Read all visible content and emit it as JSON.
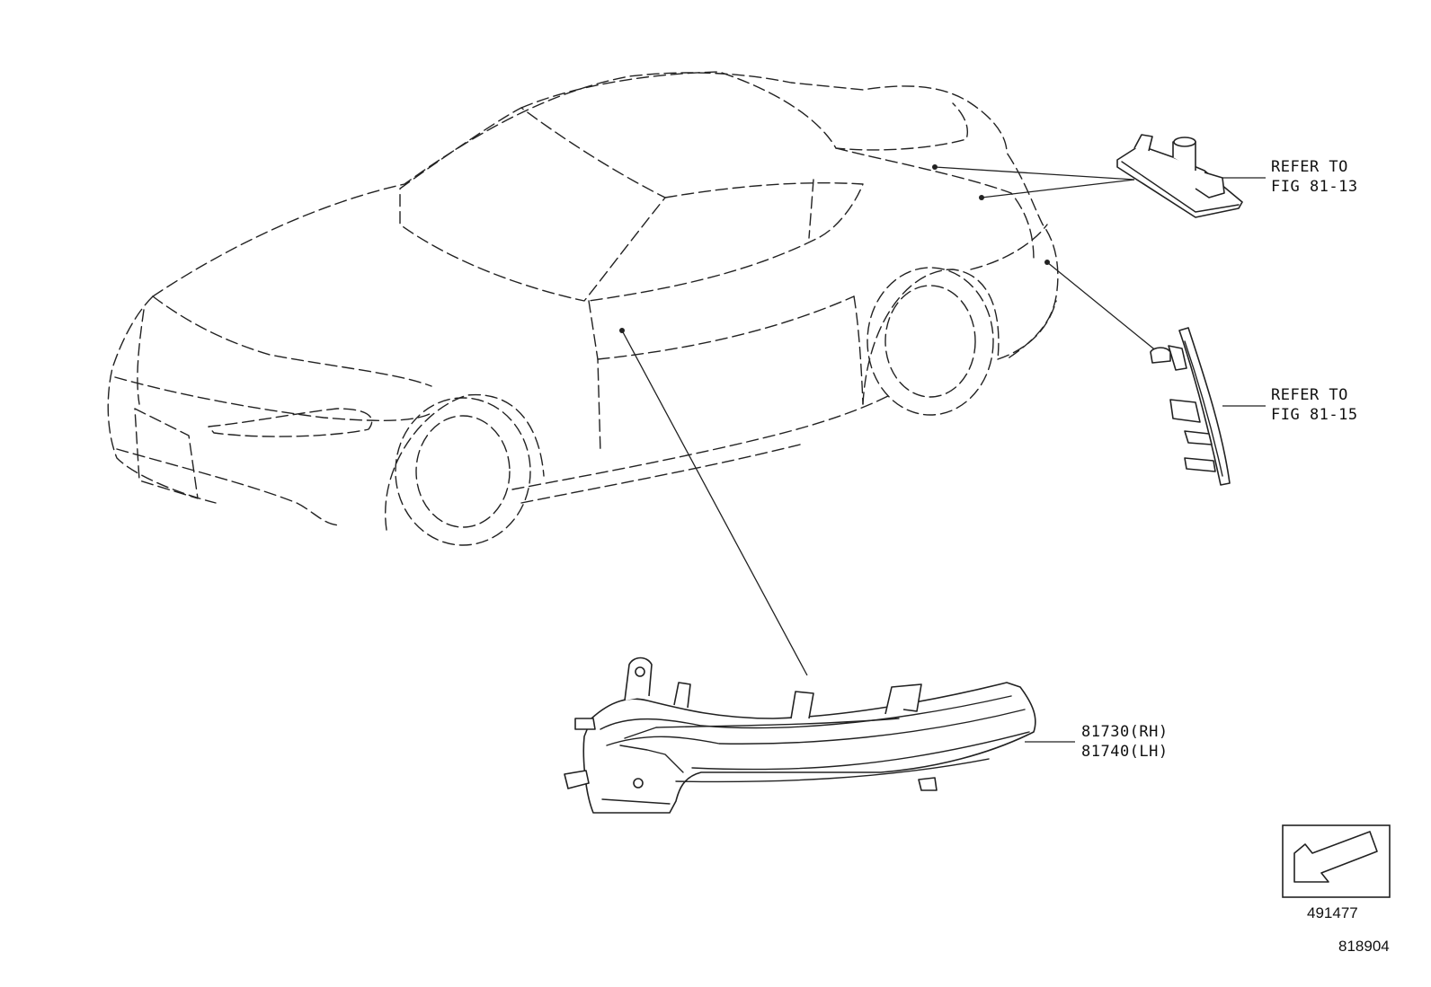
{
  "callouts": {
    "license_lamp": {
      "line1": "REFER TO",
      "line2": "FIG 81-13"
    },
    "side_marker": {
      "line1": "REFER TO",
      "line2": "FIG 81-15"
    },
    "mirror_lamp": {
      "rh": "81730(RH)",
      "lh": "81740(LH)"
    }
  },
  "view_indicator": {
    "number": "491477"
  },
  "figure_number": "818904"
}
